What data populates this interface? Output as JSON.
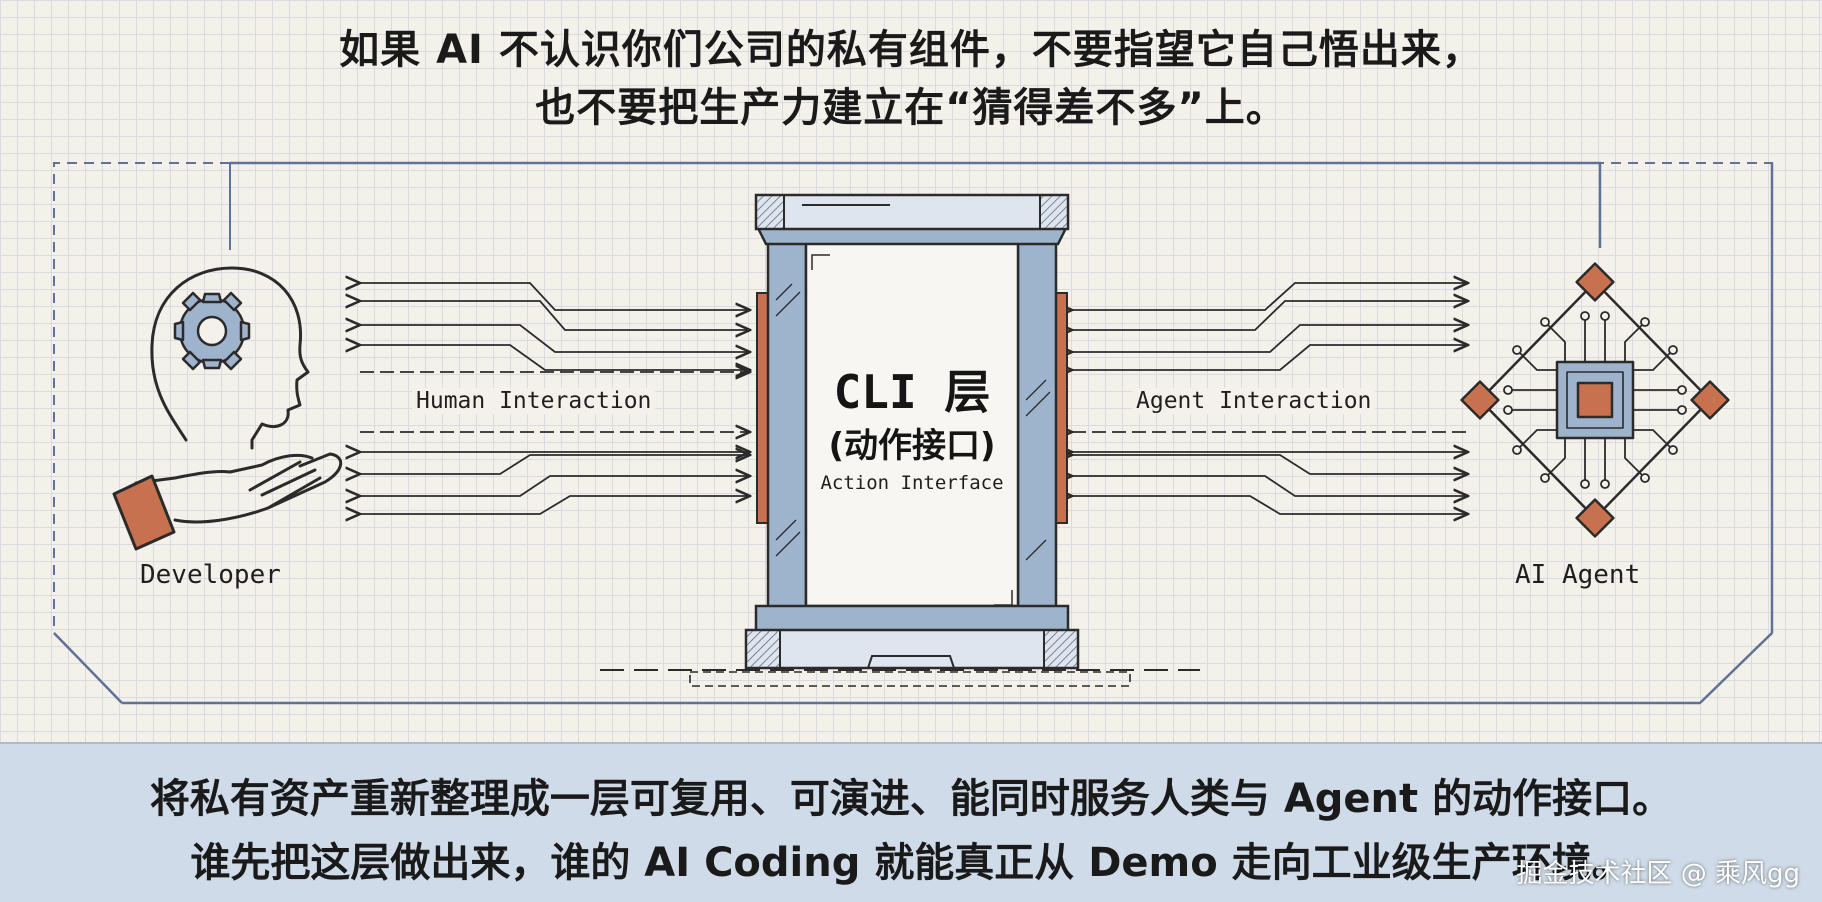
{
  "title": {
    "line1": "如果 AI 不认识你们公司的私有组件，不要指望它自己悟出来，",
    "line2": "也不要把生产力建立在“猜得差不多”上。"
  },
  "diagram": {
    "developer_label": "Developer",
    "agent_label": "AI Agent",
    "human_flow_label": "Human Interaction",
    "agent_flow_label": "Agent Interaction",
    "pillar": {
      "title": "CLI 层",
      "subtitle": "(动作接口)",
      "english": "Action Interface"
    },
    "colors": {
      "ink": "#2b2b2b",
      "steel_blue": "#9eb3cc",
      "rust": "#c7714e",
      "frame": "#5e7396"
    }
  },
  "footer": {
    "line1": "将私有资产重新整理成一层可复用、可演进、能同时服务人类与 Agent 的动作接口。",
    "line2": "谁先把这层做出来，谁的 AI Coding 就能真正从 Demo 走向工业级生产环境。",
    "watermark": "掘金技术社区 @ 乘风gg"
  }
}
